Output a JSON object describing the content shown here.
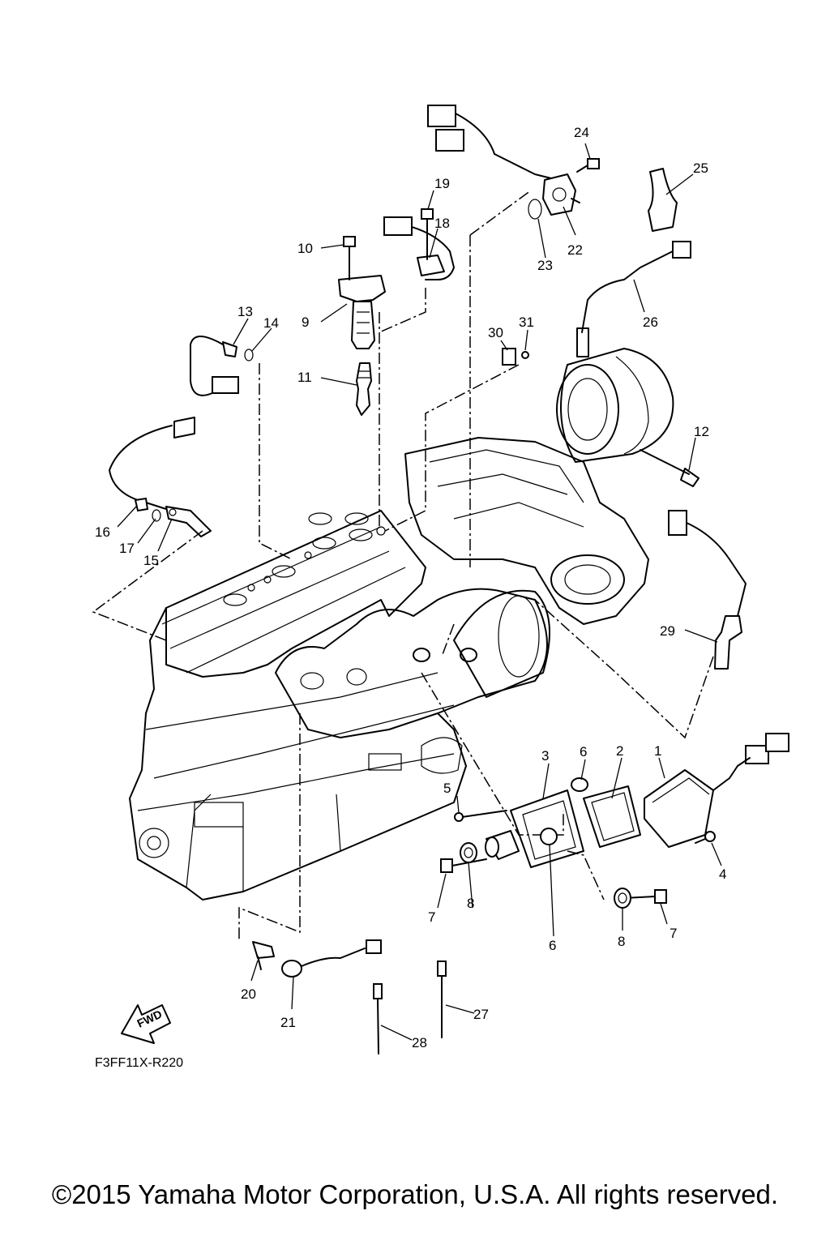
{
  "diagram": {
    "code": "F3FF11X-R220",
    "fwd_label": "FWD",
    "callouts": [
      "1",
      "2",
      "3",
      "4",
      "5",
      "6",
      "6",
      "7",
      "7",
      "8",
      "8",
      "9",
      "10",
      "11",
      "12",
      "13",
      "14",
      "15",
      "16",
      "17",
      "18",
      "19",
      "20",
      "21",
      "22",
      "23",
      "24",
      "25",
      "26",
      "27",
      "28",
      "29",
      "30",
      "31"
    ]
  },
  "footer": {
    "copyright": "©2015 Yamaha Motor Corporation, U.S.A. All rights reserved."
  }
}
